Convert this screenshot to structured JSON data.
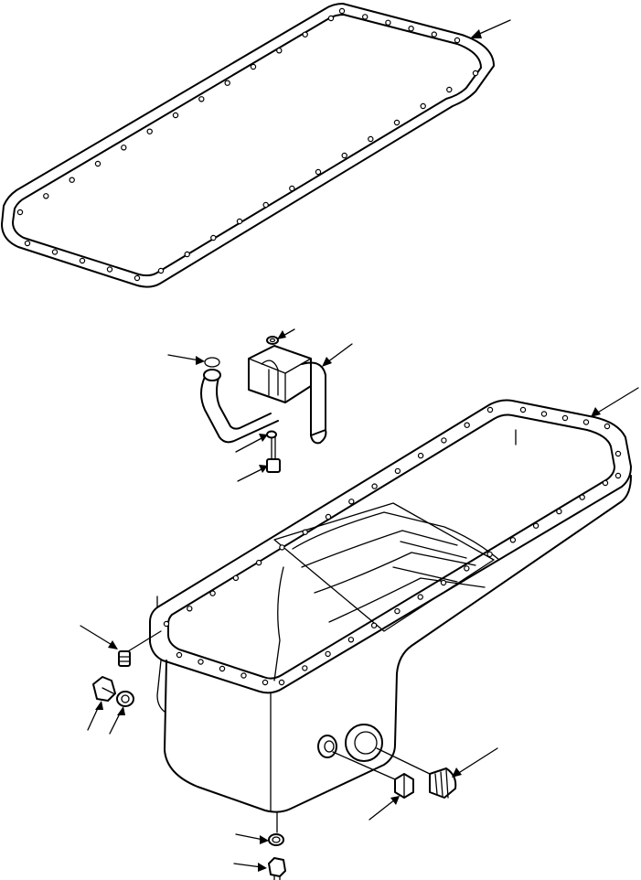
{
  "diagram": {
    "parts": [
      {
        "name": "oil-pan-gasket",
        "icon": "gasket-icon"
      },
      {
        "name": "oil-suction-tube",
        "icon": "suction-tube-icon"
      },
      {
        "name": "suction-tube-o-ring",
        "icon": "o-ring-icon"
      },
      {
        "name": "suction-bracket-washer",
        "icon": "washer-icon"
      },
      {
        "name": "suction-bracket-bolt",
        "icon": "bolt-icon"
      },
      {
        "name": "oil-pan",
        "icon": "oil-pan-icon"
      },
      {
        "name": "side-fitting-bolt",
        "icon": "bolt-icon"
      },
      {
        "name": "side-plug",
        "icon": "plug-icon"
      },
      {
        "name": "side-plug-seal",
        "icon": "o-ring-icon"
      },
      {
        "name": "rear-plug",
        "icon": "plug-icon"
      },
      {
        "name": "rear-cap",
        "icon": "cap-icon"
      },
      {
        "name": "drain-plug-washer",
        "icon": "washer-icon"
      },
      {
        "name": "drain-plug",
        "icon": "plug-icon"
      }
    ],
    "colors": {
      "line": "#000000",
      "background": "#ffffff"
    }
  }
}
